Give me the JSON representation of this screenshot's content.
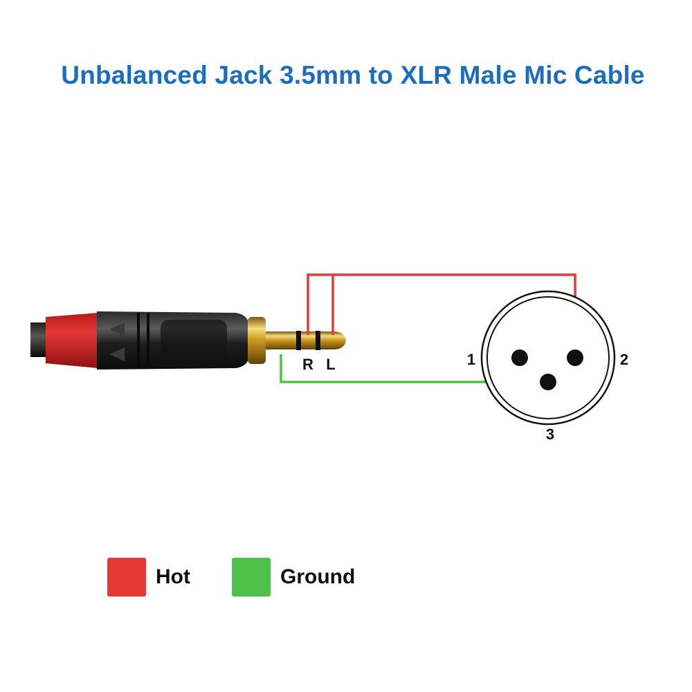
{
  "title": "Unbalanced Jack 3.5mm to XLR Male Mic Cable",
  "jack": {
    "ring_label": "R",
    "tip_label": "L"
  },
  "xlr": {
    "pin1_label": "1",
    "pin2_label": "2",
    "pin3_label": "3"
  },
  "colors": {
    "title": "#1d6dbf",
    "hot": "#e53935",
    "ground": "#4fc04a"
  },
  "legend": [
    {
      "label": "Hot",
      "color": "#e53935"
    },
    {
      "label": "Ground",
      "color": "#4fc04a"
    }
  ]
}
